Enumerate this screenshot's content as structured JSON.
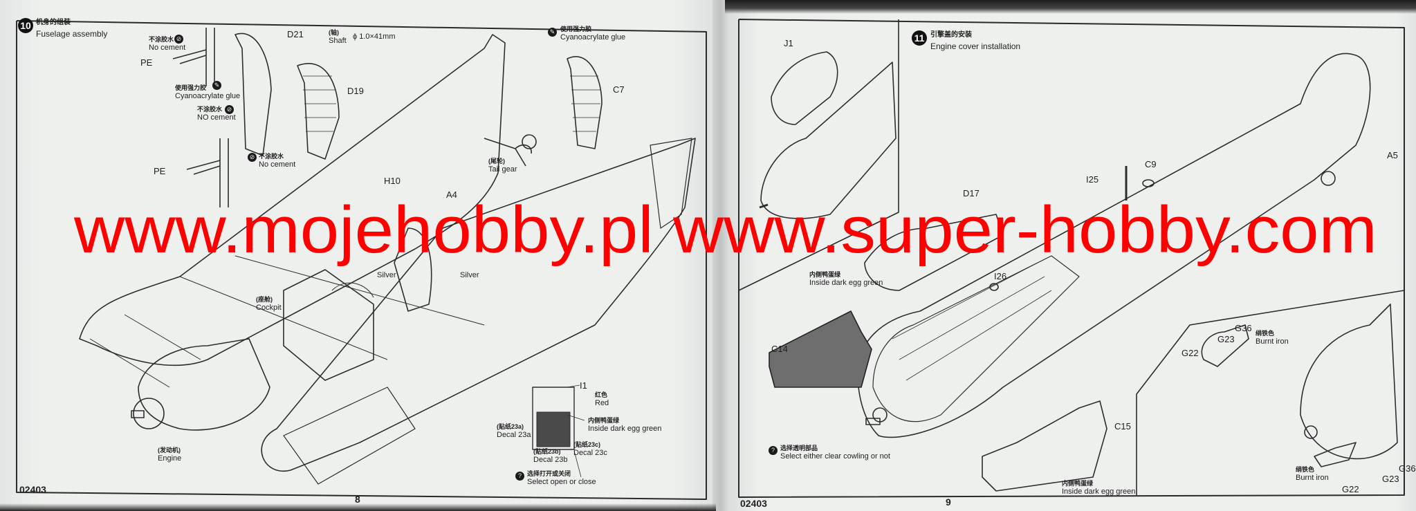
{
  "watermark": "www.mojehobby.pl www.super-hobby.com",
  "colors": {
    "watermark": "#ff0000",
    "paper": "#eef0ee",
    "ink": "#1e1e1e",
    "panel_fill": "#6e6e6e"
  },
  "left_page": {
    "step_number": "10",
    "step_title_zh": "机身的组装",
    "step_title_en": "Fuselage assembly",
    "notes": [
      {
        "zh": "不涂胶水",
        "en": "No cement",
        "icon": "no-cement-icon"
      },
      {
        "zh": "使用强力胶",
        "en": "Cyanoacrylate glue",
        "icon": "glue-icon"
      },
      {
        "zh": "不涂胶水",
        "en": "NO cement",
        "icon": "no-cement-icon"
      },
      {
        "zh": "不涂胶水",
        "en": "No cement",
        "icon": "no-cement-icon"
      },
      {
        "zh": "使用强力胶",
        "en": "Cyanoacrylate glue",
        "icon": "glue-icon"
      }
    ],
    "parts": [
      "PE",
      "PE",
      "D21",
      "D19",
      "H10",
      "C7",
      "A4",
      "I1"
    ],
    "shaft": {
      "zh": "(轴)",
      "en": "Shaft",
      "spec": "ϕ 1.0×41mm"
    },
    "callouts": [
      {
        "zh": "(尾轮)",
        "en": "Tail gear"
      },
      {
        "zh": "(座舱)",
        "en": "Cockpit"
      },
      {
        "zh": "(发动机)",
        "en": "Engine"
      },
      {
        "zh": "红色",
        "en": "Red"
      },
      {
        "zh": "内侧鸭蛋绿",
        "en": "Inside dark egg green"
      },
      {
        "zh": "(贴纸23a)",
        "en": "Decal 23a"
      },
      {
        "zh": "(贴纸23b)",
        "en": "Decal 23b"
      },
      {
        "zh": "(贴纸23c)",
        "en": "Decal 23c"
      }
    ],
    "silver": [
      "Silver",
      "Silver"
    ],
    "select_note": {
      "zh": "选择打开或关闭",
      "en": "Select open or close"
    },
    "code": "02403",
    "page_number": "8"
  },
  "right_page": {
    "step_number": "11",
    "step_title_zh": "引擎盖的安装",
    "step_title_en": "Engine cover installation",
    "parts": [
      "J1",
      "A5",
      "I25",
      "C9",
      "D17",
      "I26",
      "C14",
      "C15",
      "G36",
      "G23",
      "G22",
      "G36",
      "G23",
      "G22"
    ],
    "callouts": [
      {
        "zh": "内侧鸭蛋绿",
        "en": "Inside dark egg green"
      },
      {
        "zh": "绢铁色",
        "en": "Burnt iron"
      },
      {
        "zh": "内侧鸭蛋绿",
        "en": "Inside dark egg green"
      },
      {
        "zh": "绢铁色",
        "en": "Burnt iron"
      }
    ],
    "select_note": {
      "zh": "选择透明部品",
      "en": "Select either clear cowling or not"
    },
    "code": "02403",
    "page_number": "9"
  }
}
